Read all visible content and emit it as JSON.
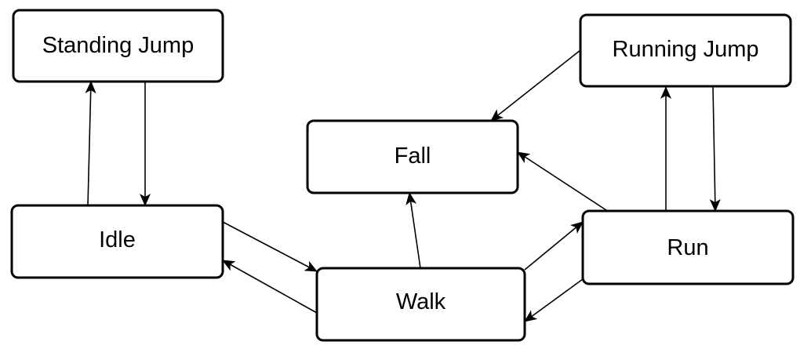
{
  "diagram": {
    "type": "state-machine",
    "states": {
      "standing_jump": "Standing Jump",
      "idle": "Idle",
      "walk": "Walk",
      "fall": "Fall",
      "run": "Run",
      "running_jump": "Running Jump"
    },
    "transitions": [
      {
        "from": "Idle",
        "to": "Standing Jump"
      },
      {
        "from": "Standing Jump",
        "to": "Idle"
      },
      {
        "from": "Idle",
        "to": "Walk"
      },
      {
        "from": "Walk",
        "to": "Idle"
      },
      {
        "from": "Walk",
        "to": "Fall"
      },
      {
        "from": "Walk",
        "to": "Run"
      },
      {
        "from": "Run",
        "to": "Walk"
      },
      {
        "from": "Run",
        "to": "Fall"
      },
      {
        "from": "Run",
        "to": "Running Jump"
      },
      {
        "from": "Running Jump",
        "to": "Run"
      },
      {
        "from": "Running Jump",
        "to": "Fall"
      }
    ],
    "colors": {
      "line": "#000000",
      "box_fill": "#ffffff"
    }
  }
}
